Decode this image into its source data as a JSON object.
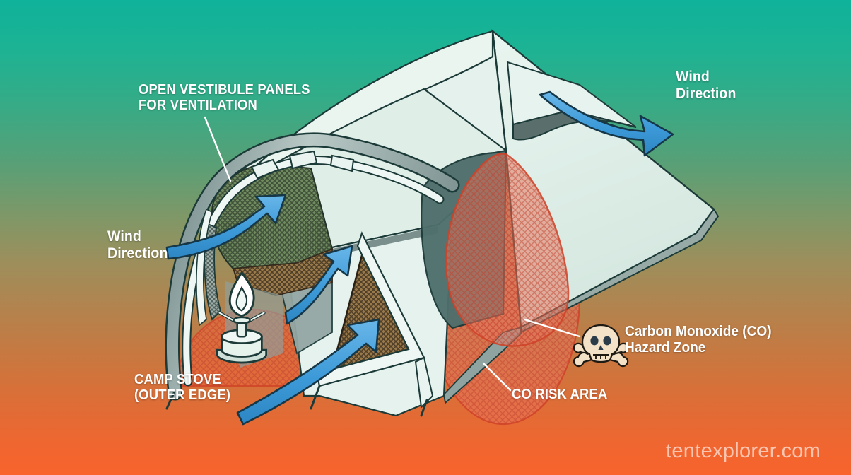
{
  "illustration": {
    "title": "Camping tent ventilation and carbon monoxide hazard diagram",
    "watermark": "tentexplorer.com"
  },
  "background": {
    "top_color": "#0fb29a",
    "mid_color": "#9c8f5c",
    "bottom_color": "#f8642c"
  },
  "palette": {
    "tent_fabric": "#dff0ea",
    "tent_fabric_shade": "#cfe4dc",
    "tent_outline": "#1b3a38",
    "pole_grey": "#8fa3a3",
    "mesh_dark": "#3c4a42",
    "arrow_blue": "#3d9ad8",
    "arrow_blue_light": "#62b4e6",
    "hazard_red": "#d9503c",
    "hazard_fill": "#e8735a",
    "label_white": "#ffffff",
    "skull_cream": "#f3e2c8"
  },
  "labels": {
    "vestibule": {
      "line1": "OPEN VESTIBULE PANELS",
      "line2": "FOR VENTILATION"
    },
    "wind_left": {
      "line1": "Wind",
      "line2": "Direction"
    },
    "wind_right": {
      "line1": "Wind",
      "line2": "Direction"
    },
    "camp_stove": {
      "line1": "CAMP STOVE",
      "line2": "(OUTER EDGE)"
    },
    "co_risk_area": "CO RISK AREA",
    "co_hazard": {
      "line1": "Carbon Monoxide (CO)",
      "line2": "Hazard Zone"
    }
  },
  "icons": {
    "skull": "skull-and-crossbones-icon",
    "flame": "flame-icon",
    "stove": "camp-stove-icon",
    "wind_arrow": "curved-arrow-icon"
  },
  "annotations": [
    {
      "name": "vestibule-panels",
      "leader": "from text down-right to vestibule mesh arch"
    },
    {
      "name": "co-hazard-zone",
      "leader": "from skull icon left to tent corner"
    },
    {
      "name": "co-risk-area",
      "leader": "from text up-left to ground hazard ellipse"
    }
  ]
}
